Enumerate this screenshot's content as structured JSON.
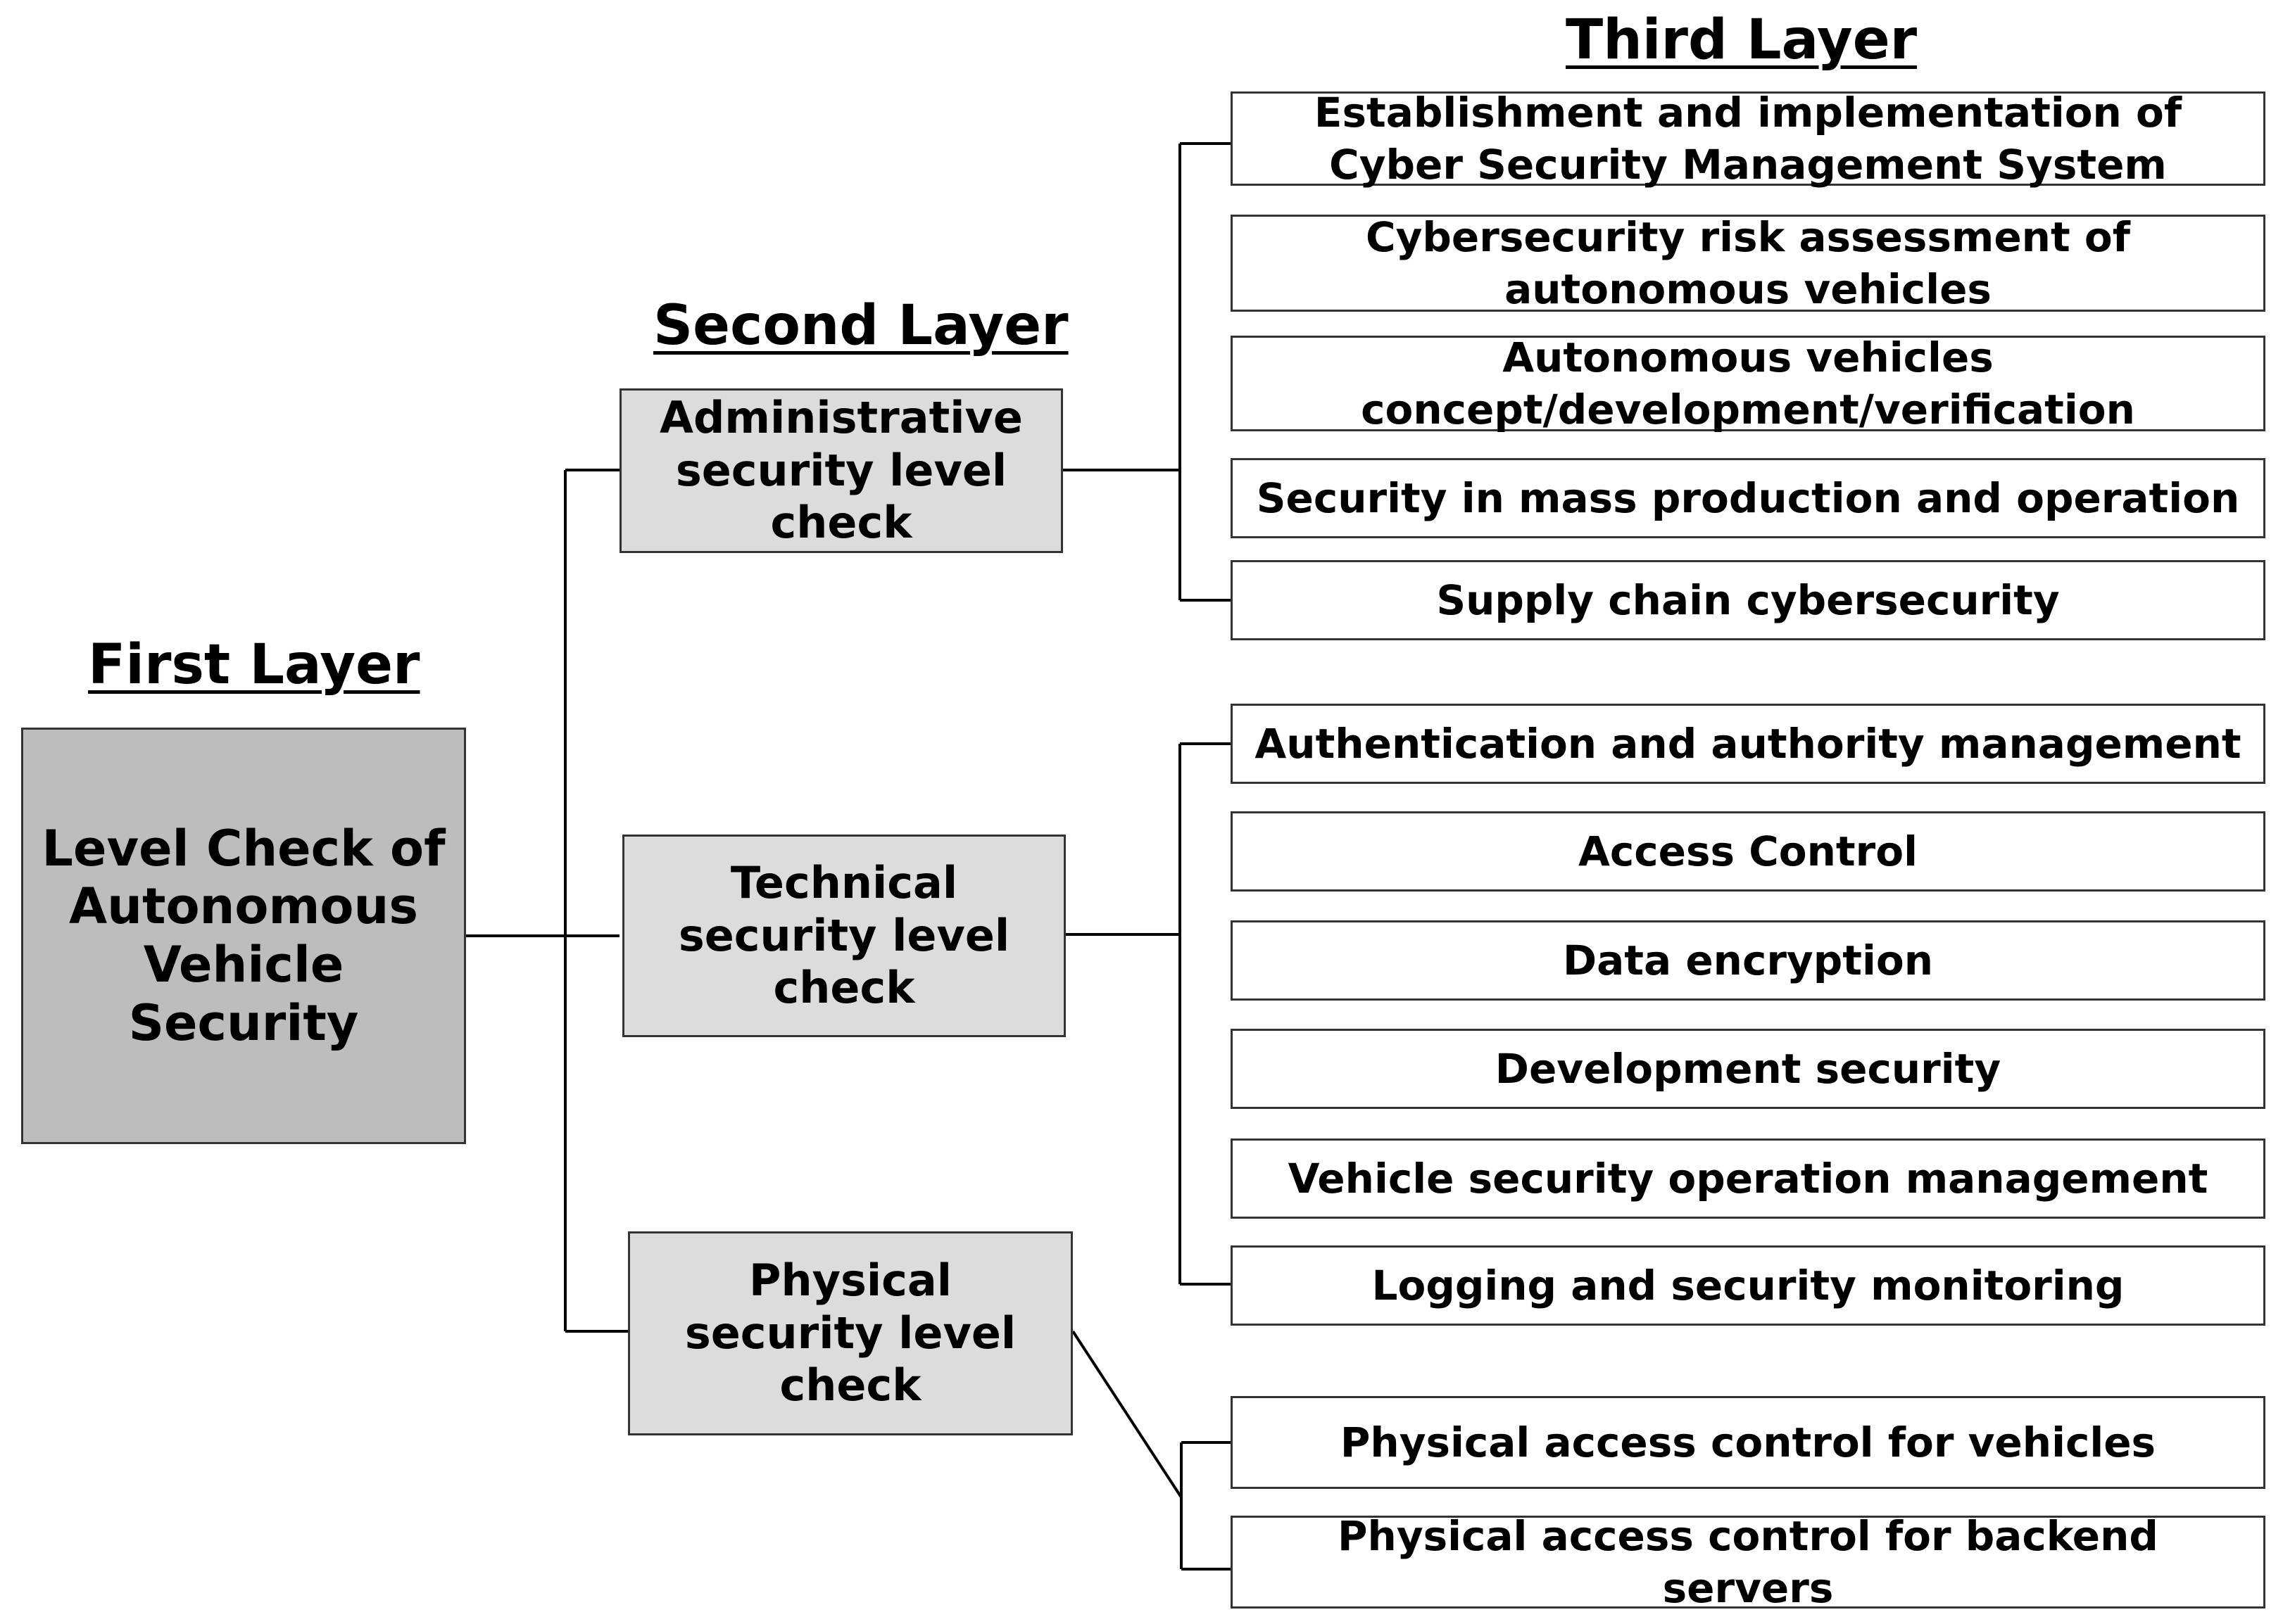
{
  "headings": {
    "first": "First Layer",
    "second": "Second Layer",
    "third": "Third Layer"
  },
  "root": {
    "label": "Level Check of Autonomous Vehicle Security"
  },
  "second_layer": [
    {
      "label": "Administrative security level check"
    },
    {
      "label": "Technical security level check"
    },
    {
      "label": "Physical security level check"
    }
  ],
  "third_layer": {
    "administrative": [
      "Establishment and implementation of Cyber Security Management System",
      "Cybersecurity risk assessment of autonomous vehicles",
      "Autonomous vehicles concept/development/verification",
      "Security in mass production and operation",
      "Supply chain cybersecurity"
    ],
    "technical": [
      "Authentication and authority management",
      "Access Control",
      "Data encryption",
      "Development security",
      "Vehicle security operation management",
      "Logging and security monitoring"
    ],
    "physical": [
      "Physical access control for vehicles",
      "Physical access control for backend servers"
    ]
  },
  "colors": {
    "root_fill": "#bdbdbd",
    "second_fill": "#dcdcdc",
    "third_fill": "#ffffff",
    "line": "#000000"
  }
}
